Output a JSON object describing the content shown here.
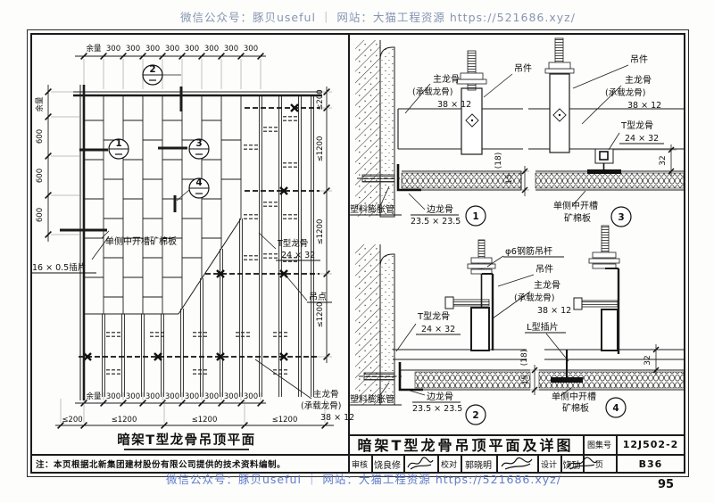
{
  "watermark": {
    "top": "微信公众号：豚贝useful ｜ 网站：大猫工程资源 https://521686.xyz/",
    "bottom": "微信公众号：豚贝useful ｜ 网站：大猫工程资源 https://521686.xyz/"
  },
  "page_number": "95",
  "strings": {
    "main_keel": "主龙骨",
    "load_keel": "(承载龙骨)",
    "size_38": "38 × 12",
    "hanger": "吊件",
    "t_keel": "T型龙骨",
    "size_24": "24 × 32",
    "anchor": "塑料膨胀管",
    "edge_keel": "边龙骨",
    "size_235": "23.5 × 23.5",
    "slot_board": "单侧中开槽矿棉板",
    "slot_board_1": "单侧中开槽",
    "slot_board_2": "矿棉板",
    "rod": "φ6钢筋吊杆",
    "l_insert": "L型插片",
    "dim_15": "15",
    "dim_18": "(18)",
    "dim_32": "32"
  },
  "plan": {
    "title": "暗架T型龙骨吊顶平面",
    "note": "注：本页根据北新集团建材股份有限公司提供的技术资料编制。",
    "insert_label": "16 × 0.5插片",
    "hang_point": "吊点",
    "dims_top": [
      "余量",
      "300",
      "300",
      "300",
      "300",
      "300",
      "300",
      "300",
      "300"
    ],
    "dims_left": [
      "余量",
      "600",
      "600",
      "600"
    ],
    "dims_right": [
      "≤200",
      "≤1200",
      "≤1200",
      "≤1200"
    ],
    "dims_bottom": [
      "余量",
      "300",
      "300",
      "300",
      "300",
      "300",
      "300",
      "300",
      "300"
    ],
    "dims_span": [
      "≤200",
      "≤1200",
      "≤1200",
      "≤1200"
    ],
    "callouts": [
      "1",
      "2",
      "3",
      "4"
    ]
  },
  "titleblock": {
    "title": "暗架T型龙骨吊顶平面及详图",
    "atlas_label": "图集号",
    "atlas_no": "12J502-2",
    "page_label": "页",
    "page_no": "B36",
    "reviewer_label": "审核",
    "reviewer": "饶良修",
    "checker_label": "校对",
    "checker": "郭晓明",
    "designer_label": "设计",
    "designer": "饶劢"
  }
}
